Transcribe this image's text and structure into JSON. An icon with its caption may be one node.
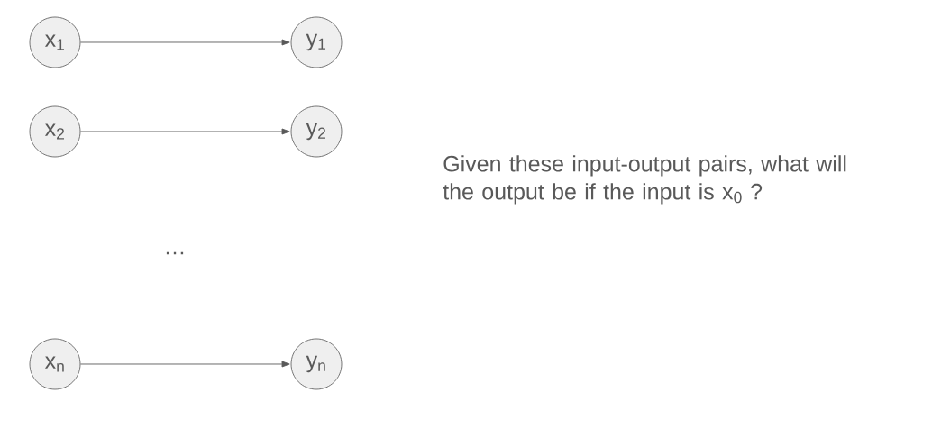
{
  "diagram": {
    "nodes": [
      {
        "text": [
          "x$_{1}$"
        ]
      },
      {
        "text": [
          "y$_{1}$"
        ]
      },
      {
        "text": [
          "x$_{2}$"
        ]
      },
      {
        "text": [
          "y$_{2}$"
        ]
      },
      {
        "text": [
          "x$_{n}$"
        ]
      },
      {
        "text": [
          "y$_{n}$"
        ]
      }
    ],
    "edges": [
      {
        "from": 0,
        "to": 1,
        "arrow": "to"
      },
      {
        "from": 2,
        "to": 3,
        "arrow": "to"
      },
      {
        "from": 4,
        "to": 5,
        "arrow": "to"
      }
    ],
    "labels": [
      "…",
      "Given these input-output pairs, what will the output be if the input is x$_{0}$ ?"
    ]
  }
}
